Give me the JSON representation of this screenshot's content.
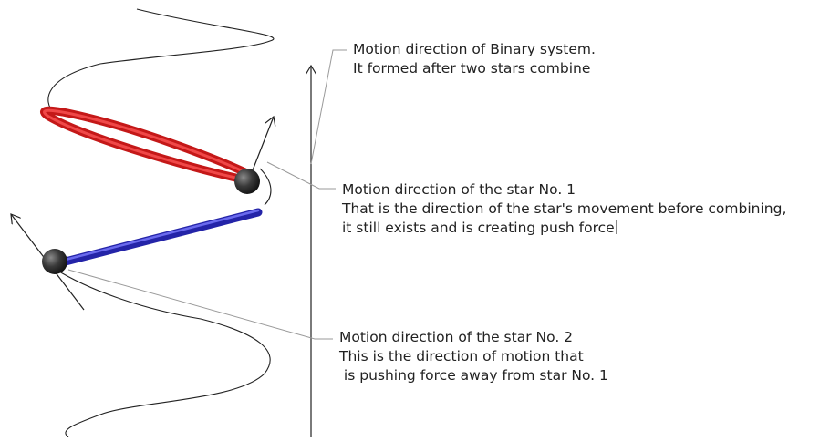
{
  "annotations": {
    "binary_system": {
      "line1": "Motion direction of Binary system.",
      "line2": "It formed after two stars combine"
    },
    "star1": {
      "line1": "Motion direction of the star No. 1",
      "line2": "That is the direction of the star's movement before combining,",
      "line3": "it still exists and is creating push force"
    },
    "star2": {
      "line1": "Motion direction of the star No. 2",
      "line2": "This is the direction of motion that",
      "line3": " is pushing force away from star No. 1"
    }
  },
  "colors": {
    "star1_orbit": "#e02020",
    "star2_orbit": "#3030cc",
    "star": "#2a2a2a",
    "lines": "#222222",
    "leader": "#9a9a9a"
  }
}
